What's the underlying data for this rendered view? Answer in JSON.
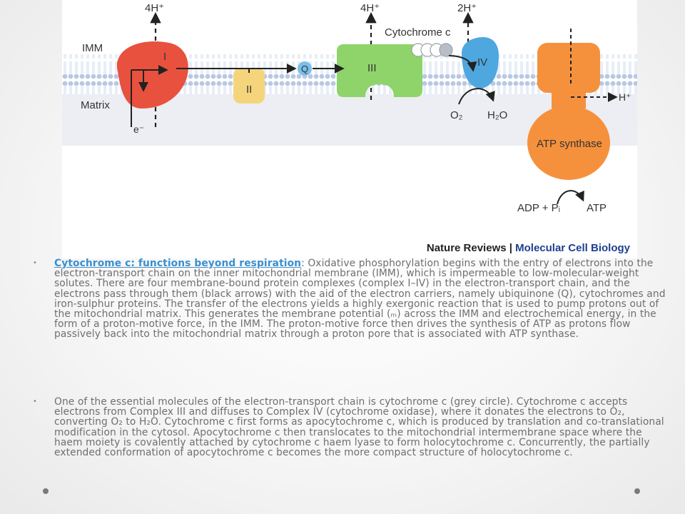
{
  "figure": {
    "labels": {
      "imm": "IMM",
      "matrix": "Matrix",
      "electron": "e⁻",
      "h_left": "4H⁺",
      "h_mid": "4H⁺",
      "h_right": "2H⁺",
      "cytc": "Cytochrome c",
      "complex_i": "I",
      "complex_ii": "II",
      "complex_iii": "III",
      "complex_iv": "IV",
      "q": "Q",
      "o2": "O₂",
      "h2o": "H₂O",
      "h_plus": "H⁺",
      "atp_synthase": "ATP synthase",
      "adp": "ADP + Pᵢ",
      "atp": "ATP"
    },
    "credit": {
      "publisher": "Nature Reviews",
      "separator": "|",
      "journal": "Molecular Cell Biology"
    },
    "colors": {
      "complex_i": "#e8513e",
      "complex_ii": "#f5d57c",
      "complex_iii": "#8ed46a",
      "complex_iv": "#4ea7df",
      "atp_synthase": "#f5913d",
      "membrane": "#c6d4ea"
    }
  },
  "bullets": [
    {
      "link": "Cytochrome c: functions beyond respiration",
      "text": ": Oxidative phosphorylation begins with the entry of electrons into the electron-transport chain on the inner mitochondrial membrane (IMM), which is impermeable to low-molecular-weight solutes. There are four membrane-bound protein complexes (complex I–IV) in the electron-transport chain, and the electrons pass through them (black arrows) with the aid of the electron carriers, namely ubiquinone (Q), cytochromes and iron-sulphur proteins. The transfer of the electrons yields a highly exergonic reaction that is used to pump protons out of the mitochondrial matrix. This generates the membrane potential (ₘ) across the IMM and electrochemical energy, in the form of a proton-motive force, in the IMM. The proton-motive force then drives the synthesis of ATP as protons flow passively back into the mitochondrial matrix through a proton pore that is associated with ATP synthase."
    },
    {
      "text": "One of the essential molecules of the electron-transport chain is cytochrome c (grey circle). Cytochrome c accepts electrons from Complex III and diffuses to Complex IV (cytochrome oxidase), where it donates the electrons to O₂, converting O₂ to H₂O. Cytochrome c first forms as apocytochrome c, which is produced by translation and co-translational modification in the cytosol. Apocytochrome c then translocates to the mitochondrial intermembrane space where the haem moiety is covalently attached by cytochrome c haem lyase to form holocytochrome c. Concurrently, the partially extended conformation of apocytochrome c becomes the more compact structure of holocytochrome c."
    }
  ]
}
